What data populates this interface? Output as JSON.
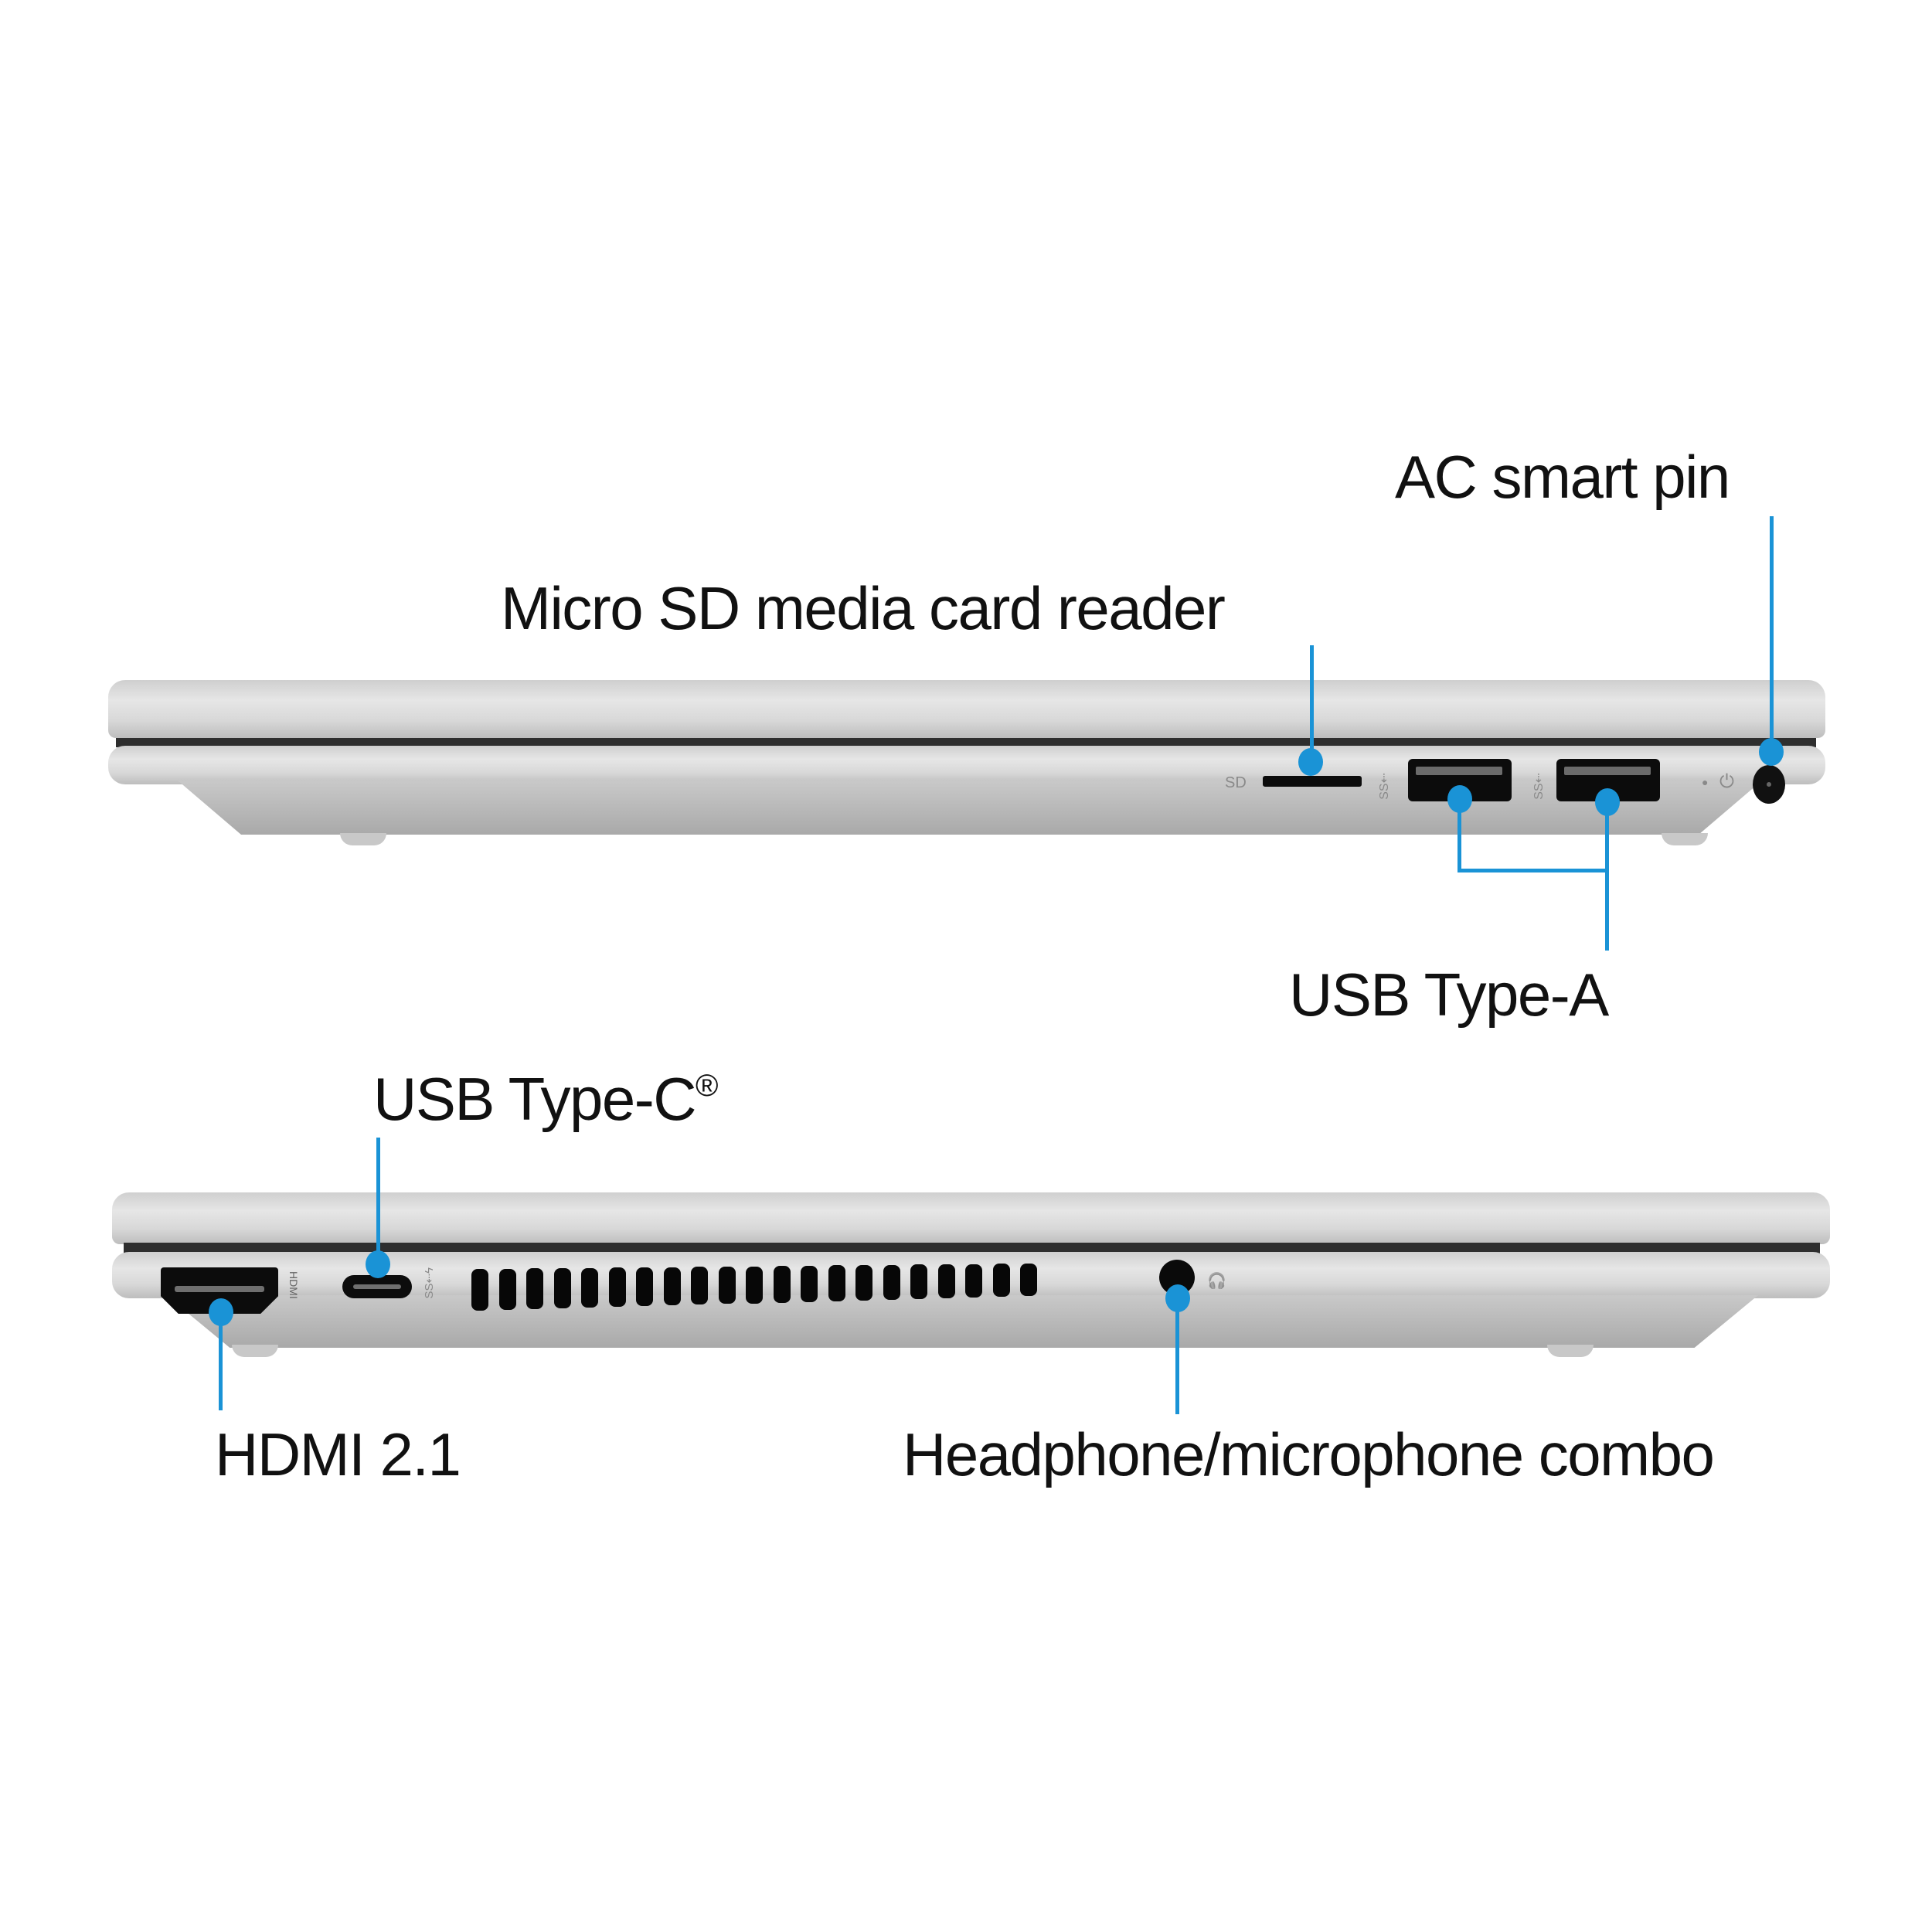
{
  "accent_color": "#1a93d6",
  "top_view": {
    "labels": {
      "ac_smart_pin": "AC smart pin",
      "micro_sd": "Micro SD media card reader",
      "usb_type_a": "USB Type-A"
    },
    "port_markings": {
      "sd": "SD",
      "usb_a_1": "SS⇠",
      "usb_a_2": "SS⇠",
      "power_led": "●",
      "power_icon": "⏻"
    }
  },
  "bottom_view": {
    "labels": {
      "usb_type_c": "USB Type-C",
      "usb_type_c_mark": "®",
      "hdmi": "HDMI 2.1",
      "headphone": "Headphone/microphone combo"
    },
    "port_markings": {
      "hdmi": "HDMI",
      "usb_c": "SS⇠ϟ",
      "headphone_icon": "🎧"
    },
    "vent_slot_count": 21
  }
}
